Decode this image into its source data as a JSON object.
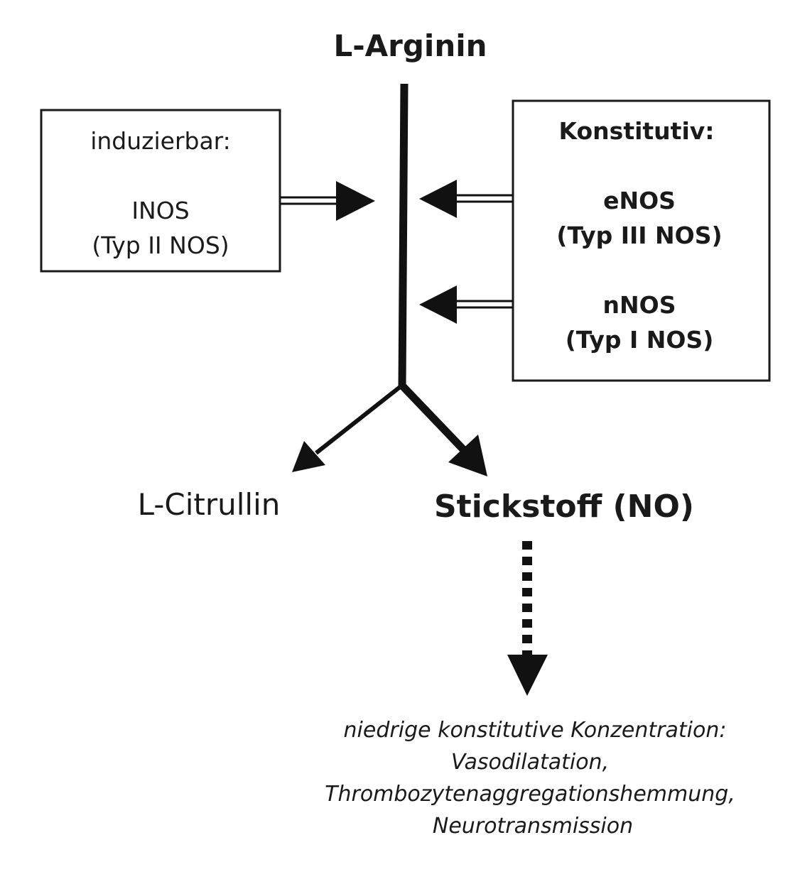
{
  "title": "L-Arginin",
  "left_box": {
    "heading": "induzierbar:",
    "enzyme": "INOS",
    "enzyme_type": "(Typ II NOS)"
  },
  "right_box": {
    "heading": "Konstitutiv:",
    "enzyme1": "eNOS",
    "enzyme1_type": "(Typ III NOS)",
    "enzyme2": "nNOS",
    "enzyme2_type": "(Typ I NOS)"
  },
  "products": {
    "byproduct": "L-Citrullin",
    "main": "Stickstoff (NO)"
  },
  "effects": {
    "line1": "niedrige konstitutive Konzentration:",
    "line2": "Vasodilatation,",
    "line3": "Thrombozytenaggregationshemmung,",
    "line4": "Neurotransmission"
  }
}
